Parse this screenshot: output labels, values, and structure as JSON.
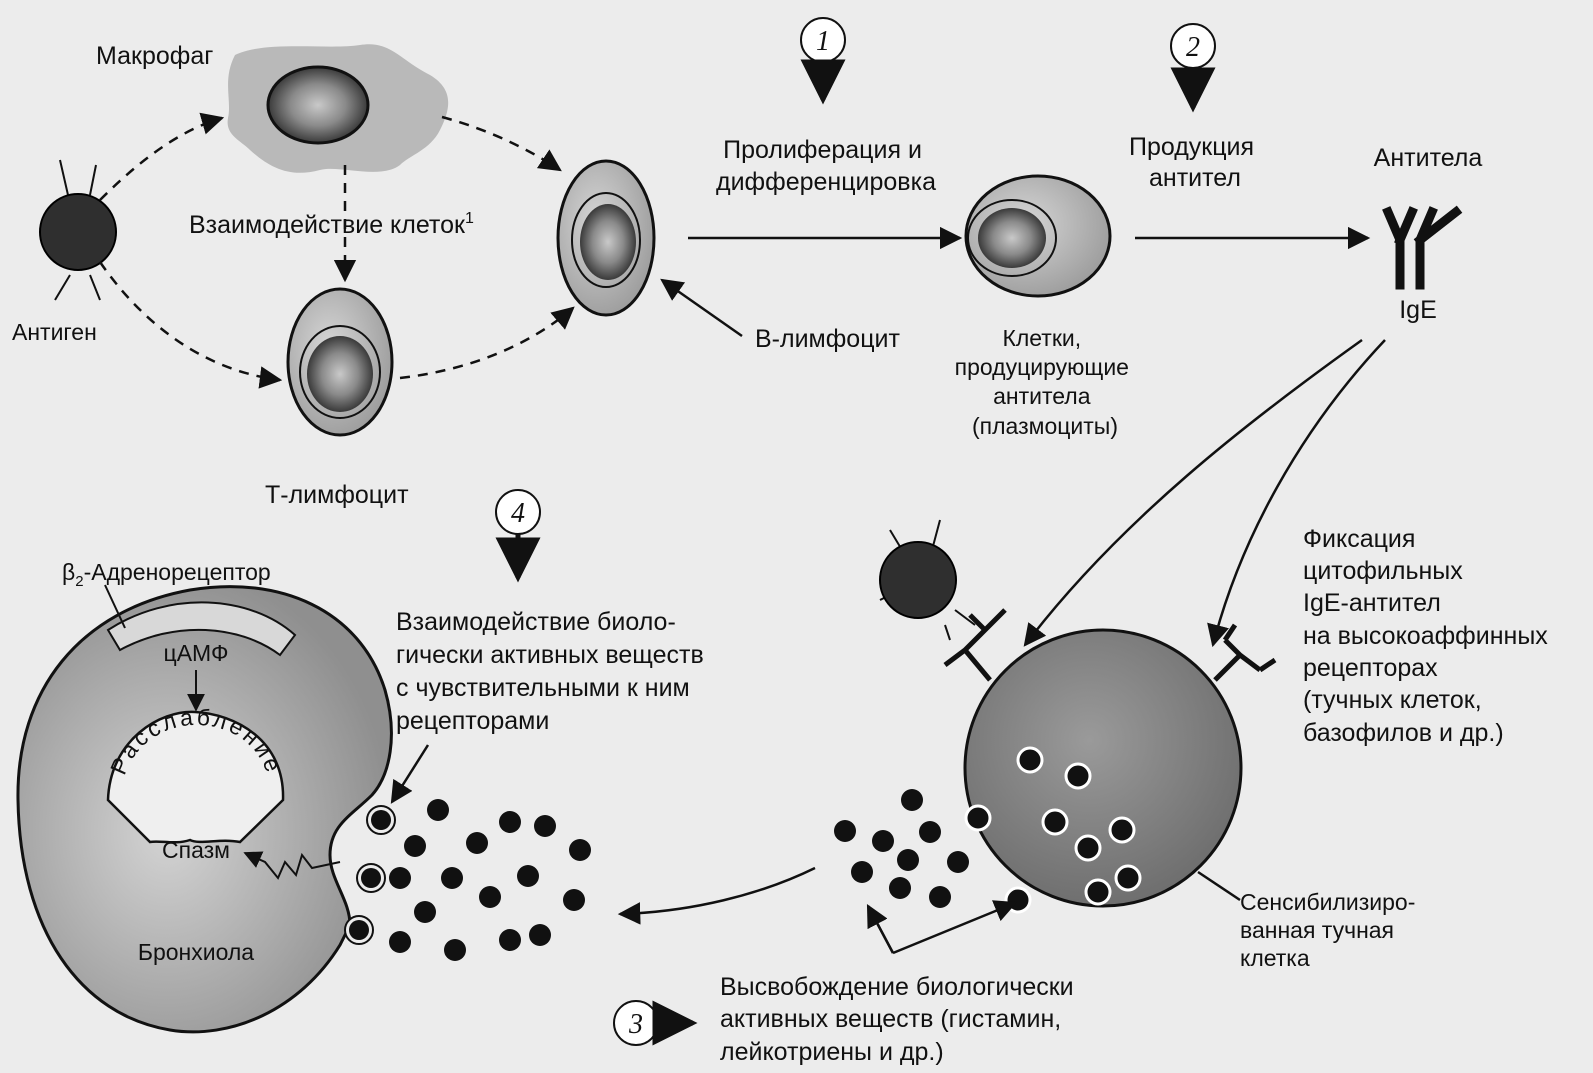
{
  "labels": {
    "macrophage": "Макрофаг",
    "antigen": "Антиген",
    "interaction_cells": "Взаимодействие клеток",
    "interaction_sup": "1",
    "t_lymphocyte": "Т-лимфоцит",
    "b_lymphocyte": "В-лимфоцит",
    "proliferation": [
      "Пролиферация и",
      "дифференцировка"
    ],
    "antibody_production": [
      "Продукция",
      "антител"
    ],
    "antibodies": "Антитела",
    "ige": "IgE",
    "plasma_cells": [
      "Клетки,",
      "продуцирующие",
      "антитела",
      "(плазмоциты)"
    ],
    "fixation": [
      "Фиксация",
      "цитофильных",
      "IgE-антител",
      "на высокоаффинных",
      "рецепторах",
      "(тучных клеток,",
      "базофилов и др.)"
    ],
    "beta2_prefix": "β",
    "beta2_sub": "2",
    "beta2_suffix": "-Адренорецептор",
    "camp": "цАМФ",
    "relaxation": "Расслабление",
    "spasm": "Спазм",
    "bronchiole": "Бронхиола",
    "bio_interaction": [
      "Взаимодействие биоло-",
      "гически активных веществ",
      "с чувствительными к ним",
      "рецепторами"
    ],
    "sensitized_mast": [
      "Сенсибилизиро-",
      "ванная тучная",
      "клетка"
    ],
    "release": [
      "Высвобождение  биологически",
      "активных веществ (гистамин,",
      "лейкотриены и др.)"
    ]
  },
  "steps": [
    "1",
    "2",
    "3",
    "4"
  ]
}
